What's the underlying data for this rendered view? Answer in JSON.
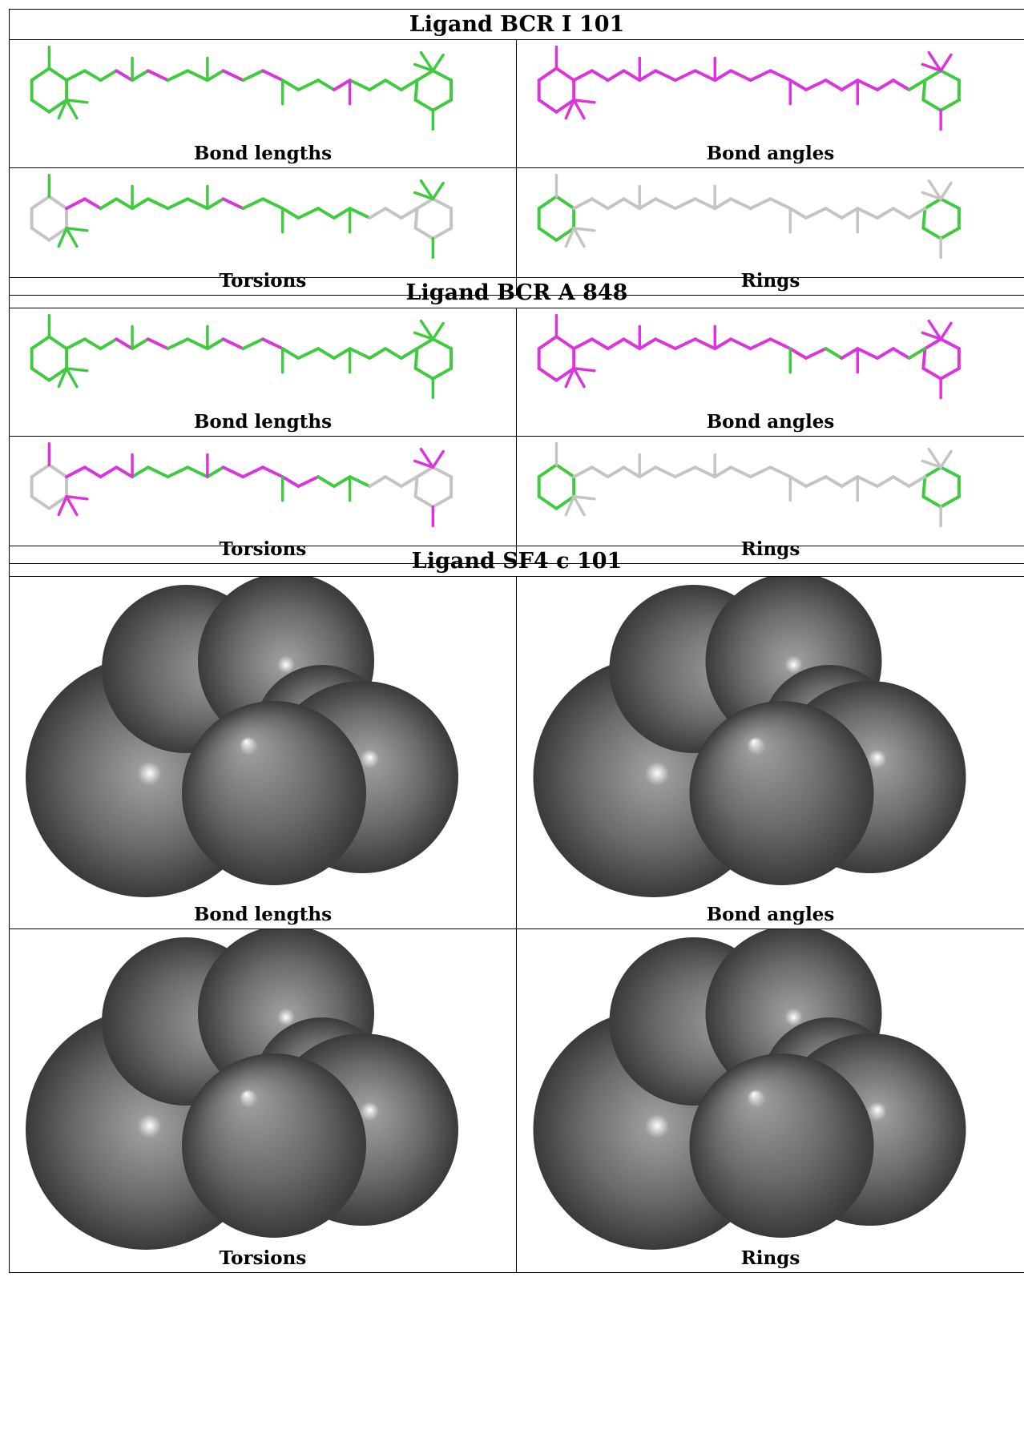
{
  "panels": [
    {
      "title": "Ligand BCR I 101",
      "cells": [
        {
          "caption": "Bond lengths"
        },
        {
          "caption": "Bond angles"
        },
        {
          "caption": "Torsions"
        },
        {
          "caption": "Rings"
        }
      ]
    },
    {
      "title": "Ligand BCR A 848",
      "cells": [
        {
          "caption": "Bond lengths"
        },
        {
          "caption": "Bond angles"
        },
        {
          "caption": "Torsions"
        },
        {
          "caption": "Rings"
        }
      ]
    },
    {
      "title": "Ligand SF4 c 101",
      "cells": [
        {
          "caption": "Bond lengths"
        },
        {
          "caption": "Bond angles"
        },
        {
          "caption": "Torsions"
        },
        {
          "caption": "Rings"
        }
      ]
    }
  ],
  "colors": {
    "ok_bond": "#3ecb3e",
    "outlier_bond": "#dd33dd",
    "not_applicable_bond": "#c4c4c4",
    "atom_sphere": "#6b6b6b"
  }
}
